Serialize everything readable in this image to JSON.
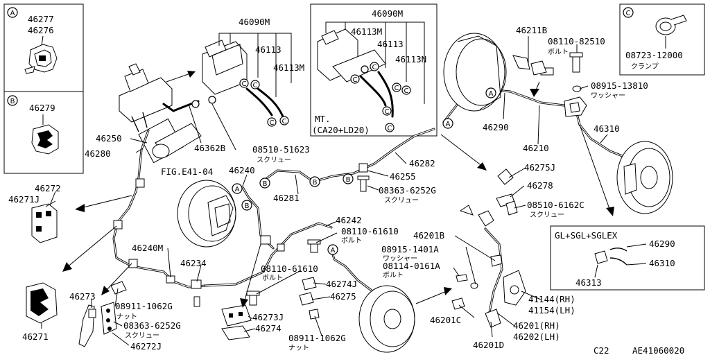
{
  "insets": {
    "a": {
      "letter": "A",
      "parts": [
        "46277",
        "46276"
      ]
    },
    "b": {
      "letter": "B",
      "parts": [
        "46279"
      ]
    },
    "c": {
      "letter": "C",
      "part": "08723-12000",
      "label": "クランプ"
    }
  },
  "mt_box": {
    "title": "46090M",
    "parts": [
      "46113M",
      "46113",
      "46113N"
    ],
    "caption_line1": "MT.",
    "caption_line2": "(CA20+LD20)"
  },
  "gl_box": {
    "title": "GL+SGL+SGLEX",
    "parts": [
      "46290",
      "46310",
      "46313"
    ]
  },
  "labels": {
    "p46090M": "46090M",
    "p46113": "46113",
    "p46113M": "46113M",
    "p46211B": "46211B",
    "p08110_82510": "08110-82510",
    "bolt1": "ボルト",
    "p08915_13810": "08915-13810",
    "washer1": "ワッシャー",
    "p46310": "46310",
    "p46290": "46290",
    "p46210": "46210",
    "p46250": "46250",
    "p46280": "46280",
    "p46362B": "46362B",
    "p08510_51623": "08510-51623",
    "screw1": "スクリュー",
    "fig": "FIG.E41-04",
    "p46240": "46240",
    "p46282": "46282",
    "p46255": "46255",
    "p08363_6252G_a": "08363-6252G",
    "screw2": "スクリュー",
    "p46281": "46281",
    "p46275J": "46275J",
    "p46278": "46278",
    "p08510_6162C": "08510-6162C",
    "screw3": "スクリュー",
    "p46272": "46272",
    "p46271J": "46271J",
    "p46242": "46242",
    "p08110_61610_a": "08110-61610",
    "bolt2": "ボルト",
    "p46201B": "46201B",
    "p08915_1401A": "08915-1401A",
    "washer2": "ワッシャー",
    "p08114_0161A": "08114-0161A",
    "bolt3": "ボルト",
    "p46240M": "46240M",
    "p46234": "46234",
    "p08110_61610_b": "08110-61610",
    "bolt4": "ボルト",
    "p46274J": "46274J",
    "p46275": "46275",
    "p46273": "46273",
    "p08911_1062G_a": "08911-1062G",
    "nut1": "ナット",
    "p08363_6252G_b": "08363-6252G",
    "screw4": "スクリュー",
    "p46272J": "46272J",
    "p46271": "46271",
    "p46273J": "46273J",
    "p46274": "46274",
    "p08911_1062G_b": "08911-1062G",
    "nut2": "ナット",
    "p41144": "41144(RH)",
    "p41154": "41154(LH)",
    "p46201C": "46201C",
    "p46201": "46201(RH)",
    "p46202": "46202(LH)",
    "p46201D": "46201D",
    "page_code": "C22",
    "diagram_code": "AE41060020"
  },
  "callouts": {
    "a": "A",
    "b": "B",
    "c": "C"
  }
}
